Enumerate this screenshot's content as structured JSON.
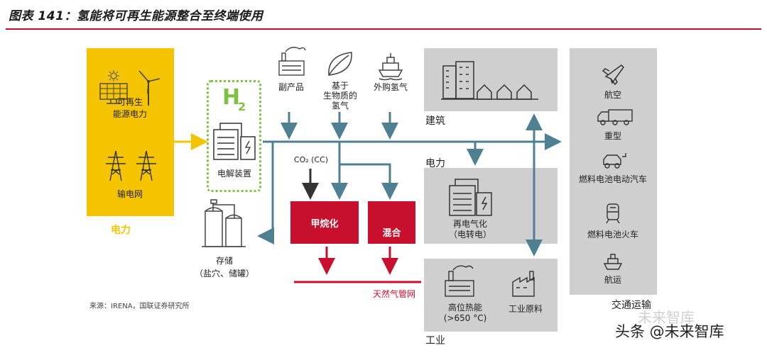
{
  "header": {
    "title": "图表 141：氢能将可再生能源整合至终端使用"
  },
  "sources": {
    "renewable": "可再生\n能源电力",
    "grid": "输电网",
    "power_section": "电力",
    "byproduct": "副产品",
    "biomass": "基于\n生物质的\n氢气",
    "imported": "外购氢气"
  },
  "electrolysis": {
    "h2": "H",
    "h2_sub": "2",
    "label": "电解装置"
  },
  "storage": {
    "label": "存储",
    "detail": "（盐穴、储罐）"
  },
  "conversion": {
    "co2": "CO₂ (CC)",
    "methanation": "甲烷化",
    "blending": "混合",
    "gas_grid": "天然气管网"
  },
  "end_use": {
    "buildings": "建筑",
    "power": "电力",
    "power_item": "再电气化\n（电转电）",
    "industry": "工业",
    "heat": "高位热能\n(>650 °C)",
    "feedstock": "工业原料",
    "transport": "交通运输",
    "aviation": "航空",
    "heavy": "重型",
    "fcev": "燃料电池电动汽车",
    "fc_train": "燃料电池火车",
    "shipping": "航运"
  },
  "footer": {
    "source": "来源：IRENA，国联证券研究所",
    "watermark_faint": "未来智库",
    "watermark": "头条 @未来智库"
  },
  "colors": {
    "accent_red": "#c8102e",
    "power_yellow": "#f5c400",
    "flow_teal": "#4e7f92",
    "h2_green": "#7dc242",
    "grey_panel": "#cfcfcf"
  }
}
